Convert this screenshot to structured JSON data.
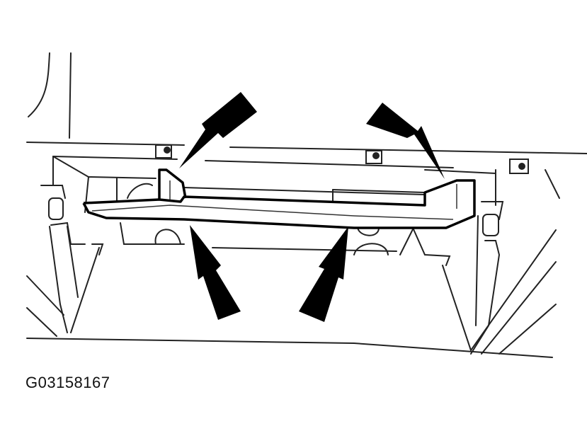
{
  "figure": {
    "type": "technical line drawing",
    "subject": "panel/trim piece with four locating arrows (two from above, two from below)",
    "caption_id": "G03158167",
    "colors": {
      "line": "#111111",
      "arrow": "#000000",
      "background": "#ffffff"
    },
    "arrows": [
      {
        "name": "arrow-top-left",
        "direction": "down-left"
      },
      {
        "name": "arrow-top-right",
        "direction": "down-right"
      },
      {
        "name": "arrow-bottom-left",
        "direction": "up-left"
      },
      {
        "name": "arrow-bottom-right",
        "direction": "up-right"
      }
    ]
  }
}
